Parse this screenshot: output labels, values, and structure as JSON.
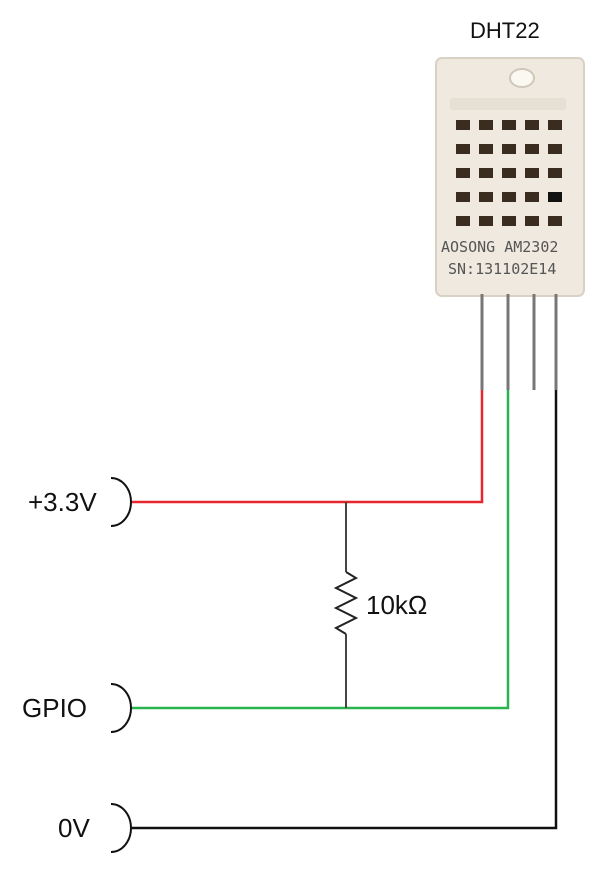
{
  "sensor": {
    "title": "DHT22",
    "marking_line1": "AOSONG AM2302",
    "marking_line2": "SN:131102E14"
  },
  "connectors": {
    "vcc": "+3.3V",
    "gpio": "GPIO",
    "gnd": "0V"
  },
  "resistor": {
    "value": "10kΩ"
  },
  "colors": {
    "vcc_wire": "#e8262d",
    "data_wire": "#29b34f",
    "gnd_wire": "#111111",
    "pin": "#777777",
    "sensor_body": "#efe9df"
  }
}
